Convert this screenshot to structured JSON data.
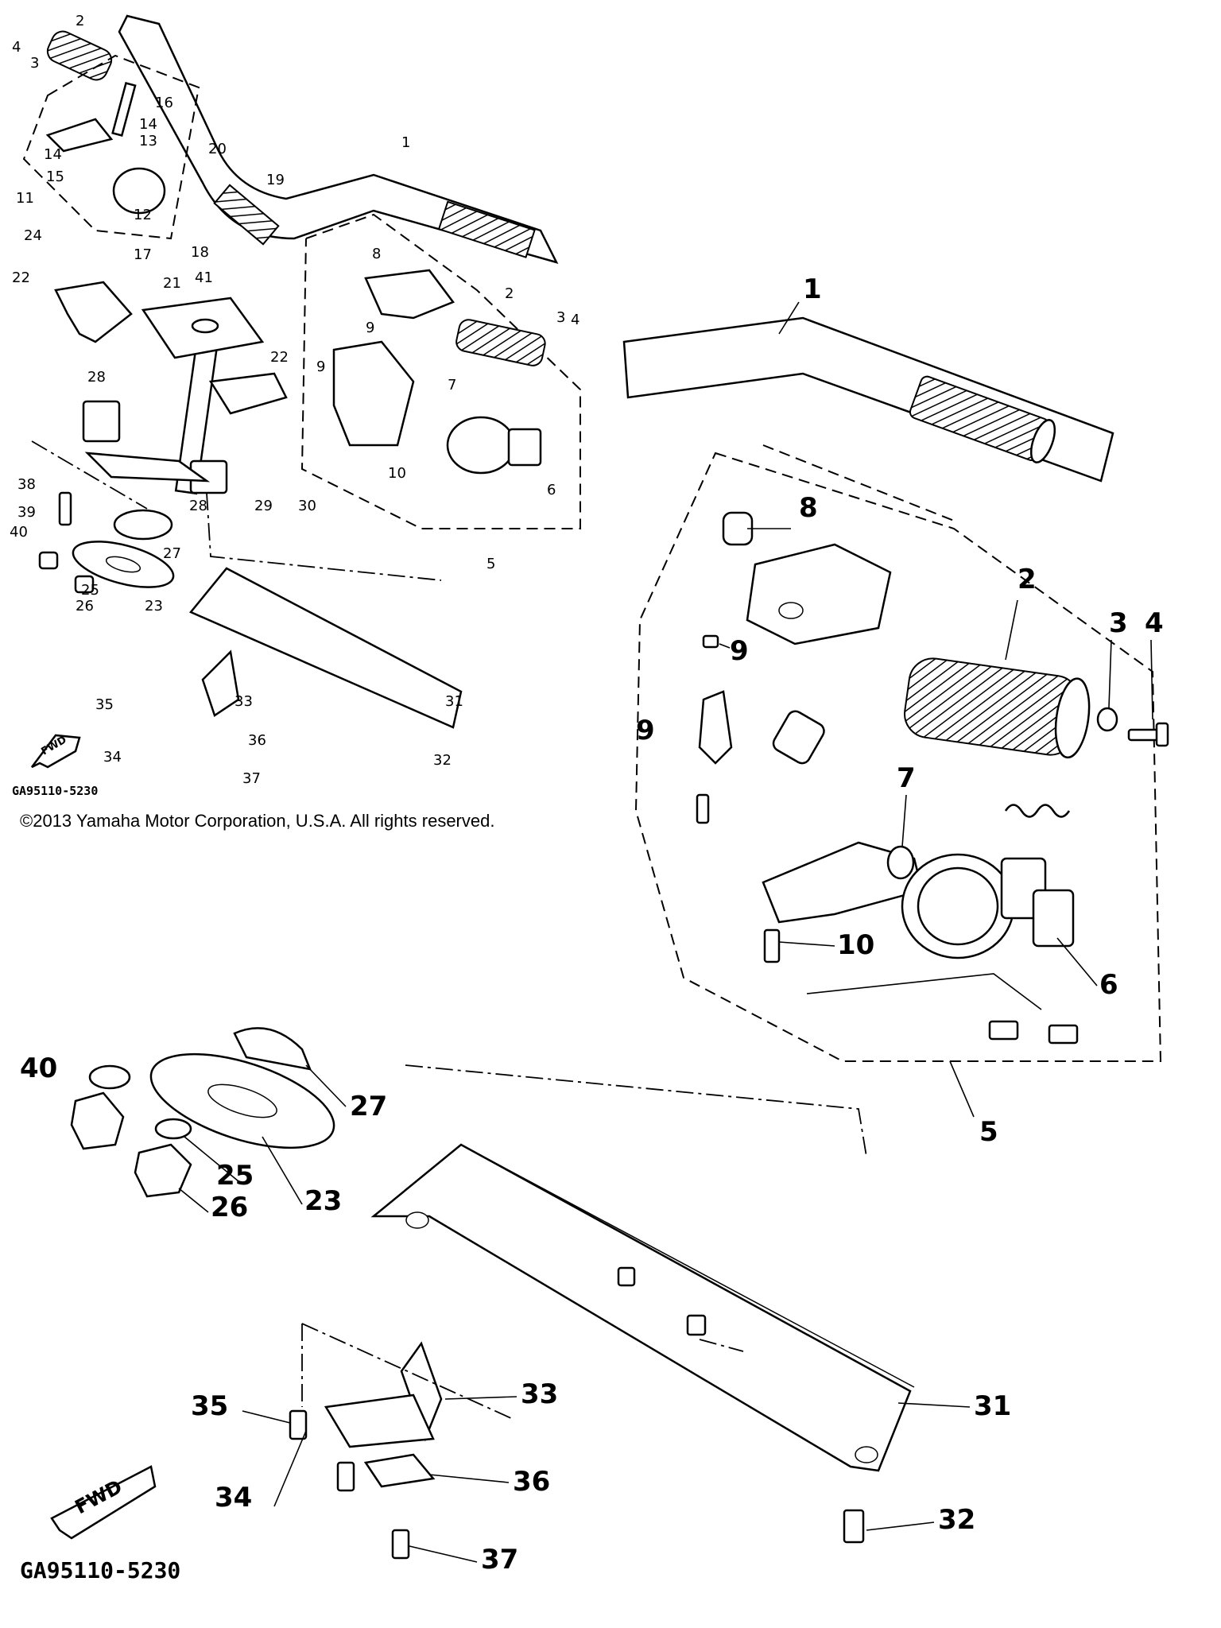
{
  "diagram_code": "GA95110-5230",
  "copyright": "©2013 Yamaha Motor Corporation, U.S.A. All rights reserved.",
  "fwd_label": "FWD",
  "callouts_overview": [
    "1",
    "2",
    "3",
    "4",
    "5",
    "6",
    "7",
    "8",
    "9",
    "9",
    "10",
    "11",
    "12",
    "13",
    "14",
    "14",
    "15",
    "16",
    "17",
    "18",
    "19",
    "20",
    "21",
    "22",
    "22",
    "23",
    "24",
    "25",
    "26",
    "27",
    "28",
    "28",
    "29",
    "30",
    "31",
    "32",
    "33",
    "34",
    "35",
    "36",
    "37",
    "38",
    "39",
    "40",
    "41",
    "2",
    "3",
    "4"
  ],
  "callouts_detail_upper": [
    "1",
    "2",
    "3",
    "4",
    "5",
    "6",
    "7",
    "8",
    "9",
    "9",
    "10"
  ],
  "callouts_detail_lower": [
    "23",
    "25",
    "26",
    "27",
    "31",
    "32",
    "33",
    "34",
    "35",
    "36",
    "37",
    "40"
  ],
  "icons": [
    "fwd-arrow-icon"
  ]
}
